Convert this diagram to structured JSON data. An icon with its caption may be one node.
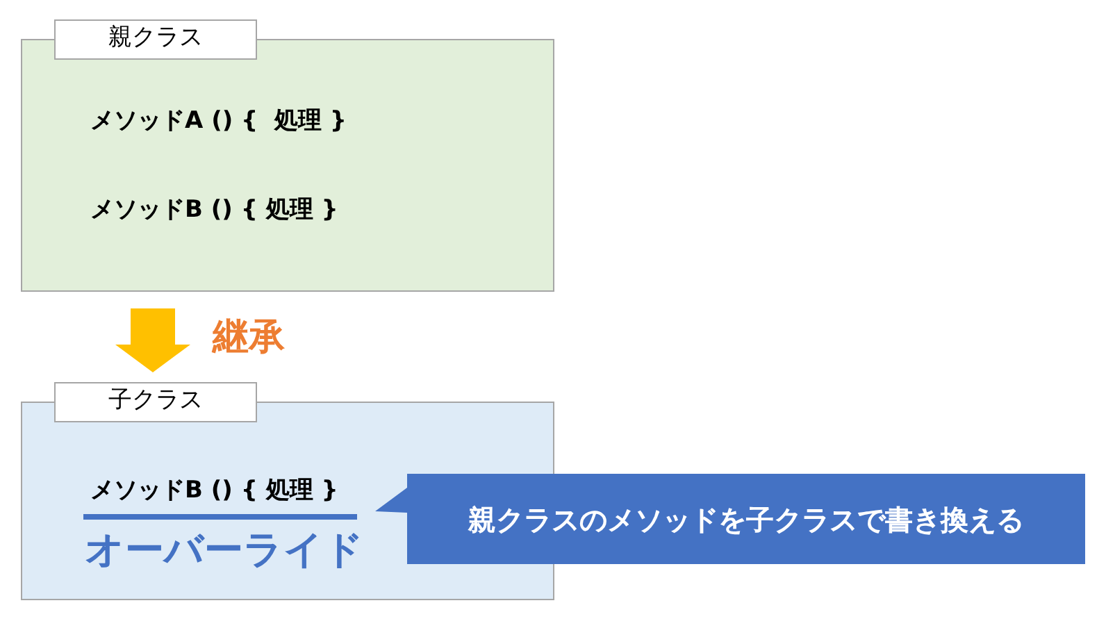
{
  "diagram": {
    "nodes": [
      {
        "text": [
          "親クラス",
          "メソッドA () {  処理 }",
          "メソッドB () { 処理 }"
        ]
      },
      {
        "text": [
          "子クラス",
          "メソッドB () { 処理 }",
          "オーバーライド"
        ]
      },
      {
        "text": [
          "親クラスのメソッドを子クラスで書き換える"
        ]
      }
    ],
    "edges": [
      {
        "from": 0,
        "to": 1,
        "arrow": "to",
        "label": "継承",
        "style": "thick",
        "color": "#ffc000"
      }
    ]
  }
}
